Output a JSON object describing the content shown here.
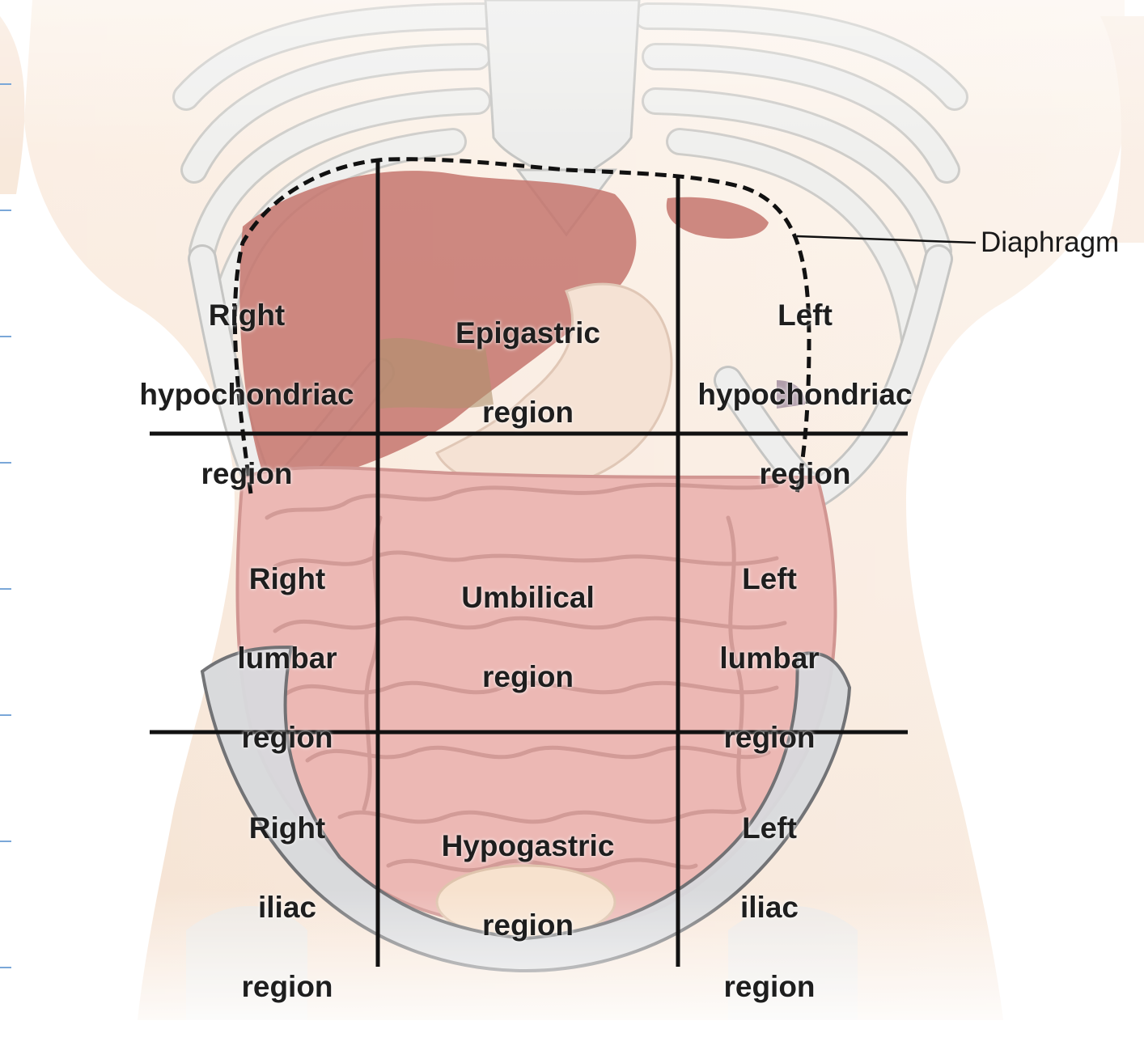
{
  "diagram": {
    "regions": [
      {
        "lines": [
          "Right",
          "hypochondriac",
          "region"
        ]
      },
      {
        "lines": [
          "Epigastric",
          "region"
        ]
      },
      {
        "lines": [
          "Left",
          "hypochondriac",
          "region"
        ]
      },
      {
        "lines": [
          "Right",
          "lumbar",
          "region"
        ]
      },
      {
        "lines": [
          "Umbilical",
          "region"
        ]
      },
      {
        "lines": [
          "Left",
          "lumbar",
          "region"
        ]
      },
      {
        "lines": [
          "Right",
          "iliac",
          "region"
        ]
      },
      {
        "lines": [
          "Hypogastric",
          "region"
        ]
      },
      {
        "lines": [
          "Left",
          "iliac",
          "region"
        ]
      }
    ],
    "callout": {
      "label": "Diaphragm"
    },
    "colors": {
      "skin": "#f7e2d0",
      "bone": "#e7e7e5",
      "bone_outline": "#b9b9b6",
      "liver": "#b9574d",
      "intestine": "#e7a6a2",
      "pelvis": "#d0d2d6",
      "grid_line": "#111111"
    }
  }
}
